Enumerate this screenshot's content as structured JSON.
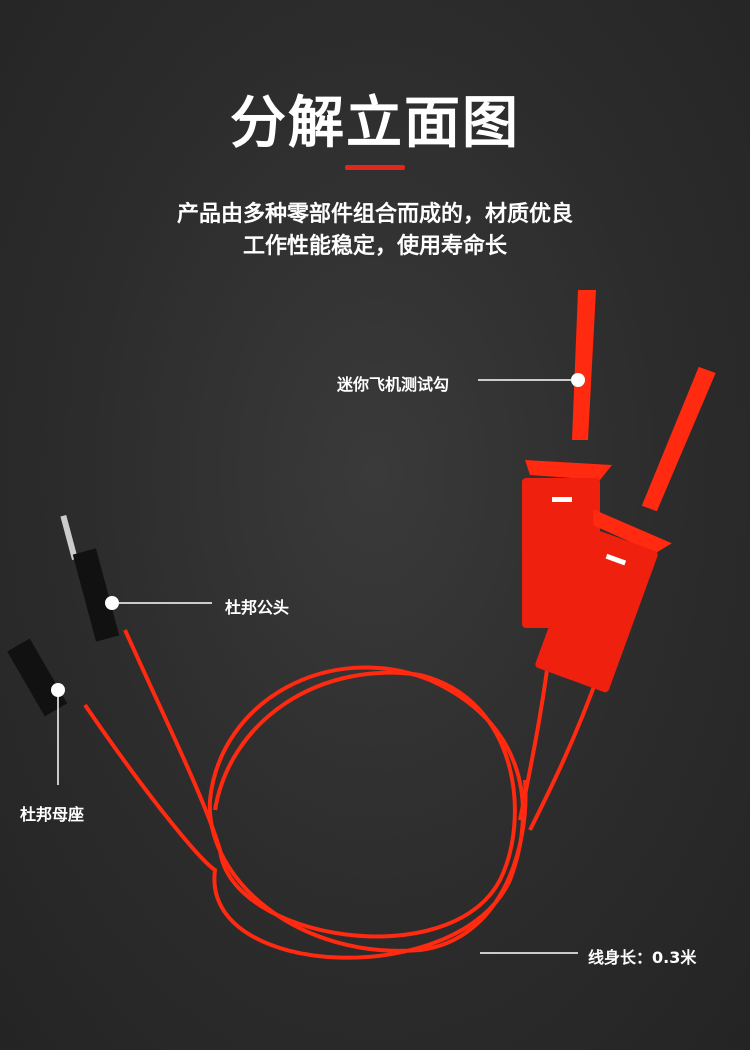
{
  "title": "分解立面图",
  "subtitle": [
    "产品由多种零部件组合而成的，材质优良",
    "工作性能稳定，使用寿命长"
  ],
  "labels": {
    "hook": "迷你飞机测试勾",
    "male": "杜邦公头",
    "female": "杜邦母座",
    "length": "线身长：0.3米"
  },
  "colors": {
    "accent": "#e0261d",
    "cable": "#ff2a10",
    "background": "#2c2c2c"
  }
}
